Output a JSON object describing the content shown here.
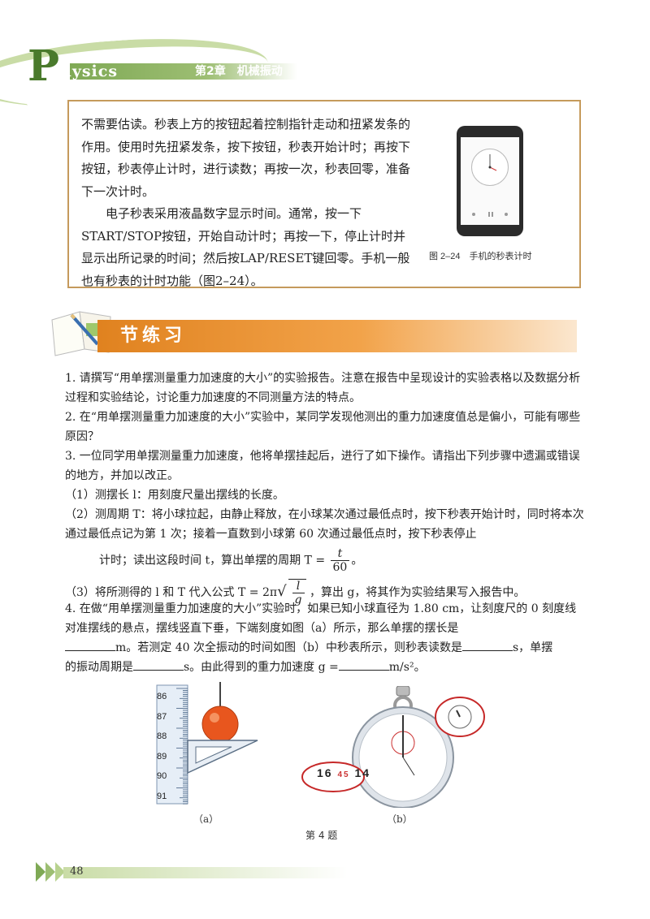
{
  "header": {
    "logo_letter": "P",
    "logo_rest": "hysics",
    "chapter": "第2章　机械振动"
  },
  "box": {
    "para1": "不需要估读。秒表上方的按钮起着控制指针走动和扭紧发条的作用。使用时先扭紧发条，按下按钮，秒表开始计时；再按下按钮，秒表停止计时，进行读数；再按一次，秒表回零，准备下一次计时。",
    "para2": "电子秒表采用液晶数字显示时间。通常，按一下START/STOP按钮，开始自动计时；再按一下，停止计时并显示出所记录的时间；然后按LAP/RESET键回零。手机一般也有秒表的计时功能（图2–24）。",
    "figure_caption": "图 2–24　手机的秒表计时"
  },
  "section": {
    "title": "节练习"
  },
  "exercises": {
    "q1": "1. 请撰写“用单摆测量重力加速度的大小”的实验报告。注意在报告中呈现设计的实验表格以及数据分析过程和实验结论，讨论重力加速度的不同测量方法的特点。",
    "q2": "2. 在“用单摆测量重力加速度的大小”实验中，某同学发现他测出的重力加速度值总是偏小，可能有哪些原因？",
    "q3": "3. 一位同学用单摆测量重力加速度，他将单摆挂起后，进行了如下操作。请指出下列步骤中遗漏或错误的地方，并加以改正。",
    "q3_1": "（1）测摆长 l：用刻度尺量出摆线的长度。",
    "q3_2a": "（2）测周期 T：将小球拉起，由静止释放，在小球某次通过最低点时，按下秒表开始计时，同时将本次通过最低点记为第 1 次；接着一直数到小球第 60 次通过最低点时，按下秒表停止",
    "q3_2b": "计时；读出这段时间 t，算出单摆的周期 T =",
    "q3_2_frac_num": "t",
    "q3_2_frac_den": "60",
    "q3_2_end": "。",
    "q3_3a": "（3）将所测得的 l 和 T 代入公式 T = 2π",
    "q3_3_frac_num": "l",
    "q3_3_frac_den": "g",
    "q3_3b": "，算出 g，将其作为实验结果写入报告中。",
    "q4a": "4. 在做“用单摆测量重力加速度的大小”实验时，如果已知小球直径为 1.80 cm，让刻度尺的 0 刻度线对准摆线的悬点，摆线竖直下垂，下端刻度如图（a）所示，那么单摆的摆长是",
    "q4b_unit1": "m。若测定 40 次全振动的时间如图（b）中秒表所示，则秒表读数是",
    "q4b_unit2": "s，单摆",
    "q4c_start": "的振动周期是",
    "q4c_mid": "s。由此得到的重力加速度 g =",
    "q4c_unit": "m/s²。"
  },
  "figures": {
    "ruler_ticks": [
      "86",
      "87",
      "88",
      "89",
      "90",
      "91"
    ],
    "stopwatch_zoom": [
      "16",
      "45",
      "14"
    ],
    "cap_a": "（a）",
    "cap_b": "（b）",
    "fig_title": "第 4 题"
  },
  "footer": {
    "page_number": "48"
  }
}
